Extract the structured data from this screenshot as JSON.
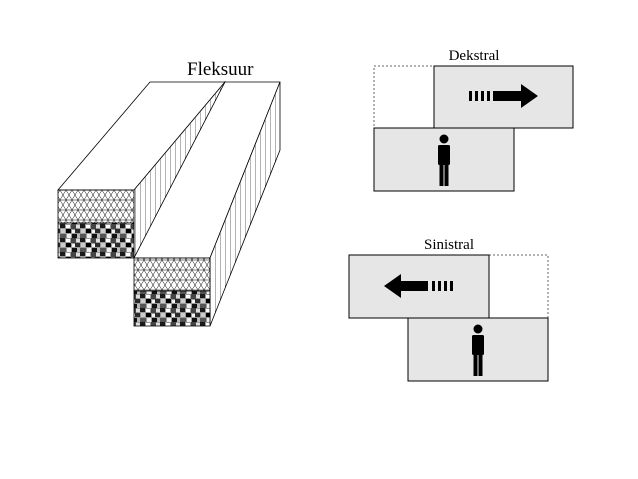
{
  "labels": {
    "fault": "Fleksuur",
    "dextral": "Dekstral",
    "sinistral": "Sinistral"
  },
  "colors": {
    "background": "#ffffff",
    "block_fill": "#e6e6e6",
    "outline": "#000000",
    "dotted_outline": "#666666",
    "symbol": "#000000"
  },
  "icons": {
    "dextral_arrow": "dashed-arrow-right-icon",
    "sinistral_arrow": "dashed-arrow-left-icon",
    "observer": "person-icon"
  }
}
